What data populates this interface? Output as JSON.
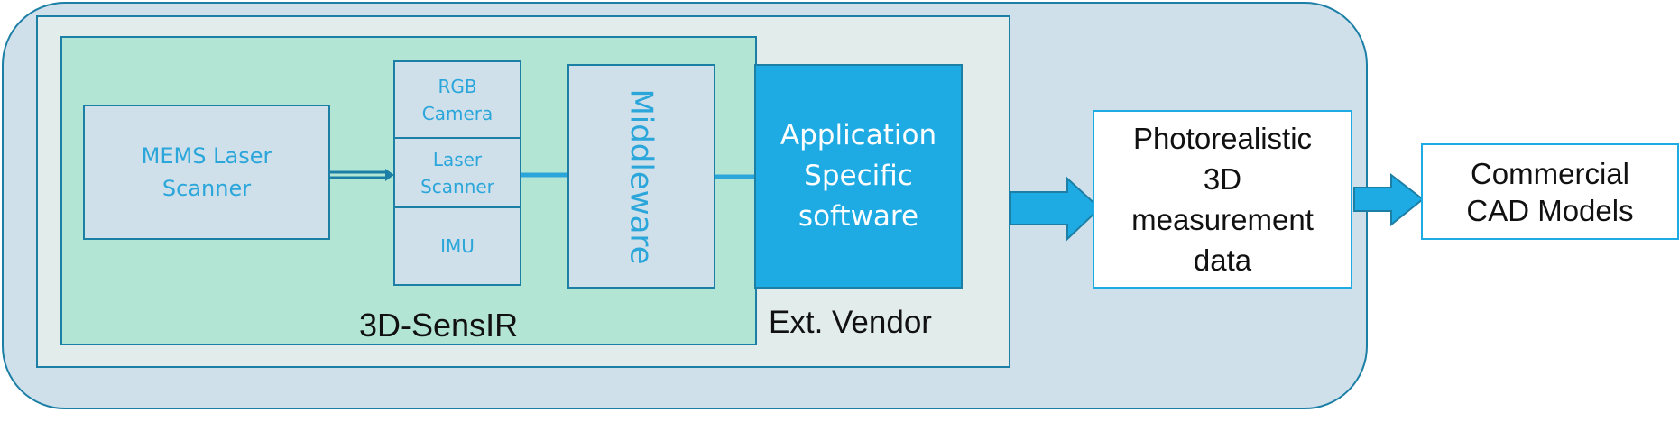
{
  "diagram": {
    "nodes": {
      "mems_laser_scanner": "MEMS Laser\nScanner",
      "rgb_camera": "RGB\nCamera",
      "laser_scanner": "Laser\nScanner",
      "imu": "IMU",
      "middleware": "Middleware",
      "application_software": "Application\nSpecific\nsoftware",
      "photorealistic_data": "Photorealistic\n3D\nmeasurement\ndata",
      "commercial_cad": "Commercial\nCAD Models"
    },
    "groups": {
      "sensir_label": "3D-SensIR",
      "vendor_label": "Ext. Vendor"
    },
    "colors": {
      "outer_fill": "#cfe0ea",
      "vendor_fill": "#e1eceb",
      "sensir_fill": "#b3e5d5",
      "border": "#1c7fa6",
      "accent": "#1eaae3",
      "box_text": "#2ba6da"
    },
    "edges": [
      {
        "from": "mems_laser_scanner",
        "to": "laser_scanner",
        "style": "double-arrow"
      },
      {
        "from": "laser_scanner",
        "to": "middleware",
        "style": "line"
      },
      {
        "from": "middleware",
        "to": "application_software",
        "style": "line"
      },
      {
        "from": "application_software",
        "to": "photorealistic_data",
        "style": "block-arrow"
      },
      {
        "from": "photorealistic_data",
        "to": "commercial_cad",
        "style": "block-arrow"
      }
    ]
  }
}
